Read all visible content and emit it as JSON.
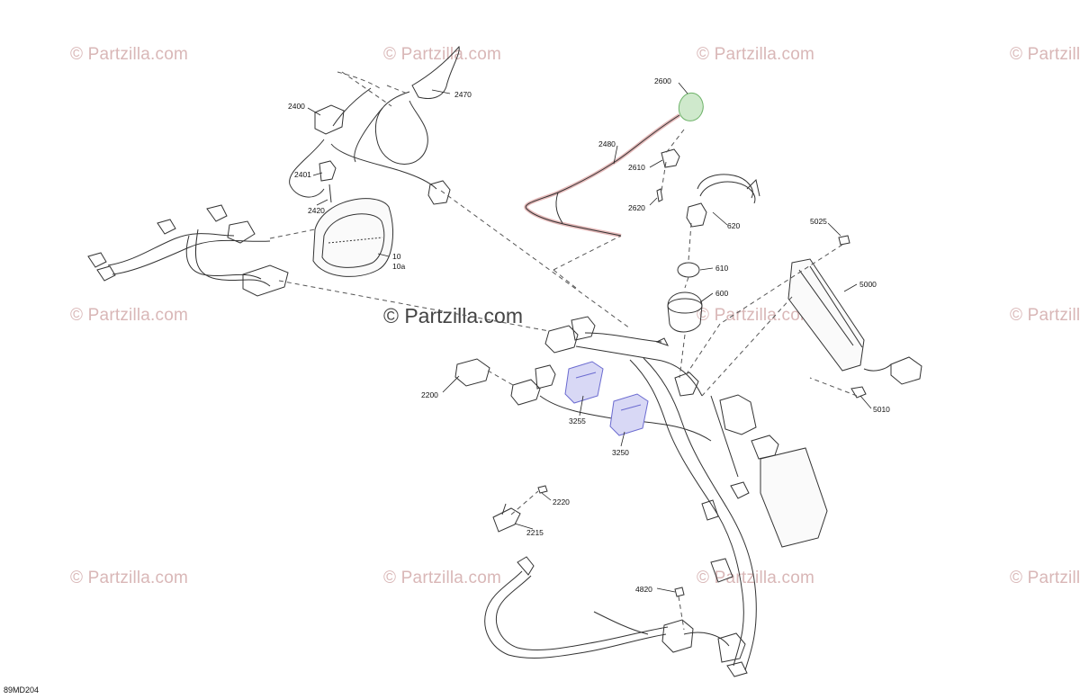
{
  "watermark": {
    "text": "© Partzilla.com"
  },
  "center_watermark": {
    "text": "© Partzilla.com"
  },
  "diagram_code": "89MD204",
  "callouts": {
    "p2470": "2470",
    "p2400": "2400",
    "p2401": "2401",
    "p2420": "2420",
    "p10": "10",
    "p10a": "10a",
    "p2600": "2600",
    "p2480": "2480",
    "p2610": "2610",
    "p2620": "2620",
    "p620": "620",
    "p5025": "5025",
    "p610": "610",
    "p600": "600",
    "p5000": "5000",
    "p2200": "2200",
    "p3255": "3255",
    "p3250": "3250",
    "p5010": "5010",
    "p2220": "2220",
    "p2215": "2215",
    "p4820": "4820"
  },
  "colors": {
    "line": "#333333",
    "highlight_green": "#9fd39a",
    "highlight_red": "#e0a4a4",
    "highlight_blue": "#8e8ee0",
    "watermark": "#d9b7b7"
  }
}
